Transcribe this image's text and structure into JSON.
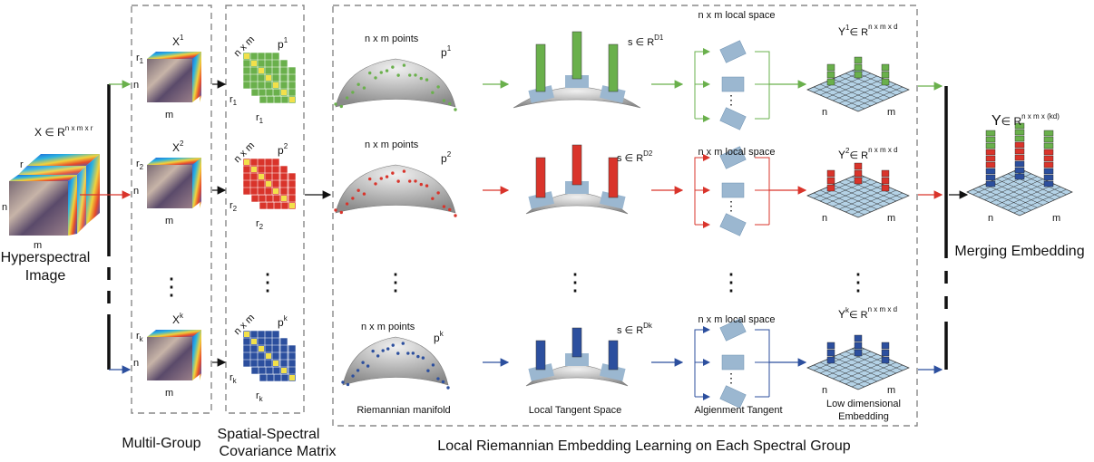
{
  "colors": {
    "group1": "#6ab04c",
    "group2": "#d9342b",
    "group3": "#2c4f9e",
    "tangent": "#9bb7d0",
    "manifold": "#a9a9a9",
    "grid": "#b4d2e6"
  },
  "input": {
    "label": "X ∈ R",
    "exp": "n x m x r",
    "axis_r": "r",
    "axis_n": "n",
    "axis_m": "m",
    "caption_line1": "Hyperspectral",
    "caption_line2": "Image"
  },
  "groups": [
    {
      "sym": "X",
      "sup": "1",
      "r_base": "r",
      "r_sub": "1",
      "n": "n",
      "m": "m",
      "cov_nm": "n x m",
      "cov_p": "p",
      "cov_p_sup": "1",
      "points_label": "n x m points",
      "p": "p",
      "p_sup": "1",
      "s_label": "s ∈ R",
      "s_sup": "D1",
      "local_space": "n x m local space",
      "y_sym": "Y",
      "y_sup": "1",
      "y_exp": "∈ R",
      "y_exp_sup": "n x m x d",
      "y_n": "n",
      "y_m": "m"
    },
    {
      "sym": "X",
      "sup": "2",
      "r_base": "r",
      "r_sub": "2",
      "n": "n",
      "m": "m",
      "cov_nm": "n x m",
      "cov_p": "p",
      "cov_p_sup": "2",
      "points_label": "n x m points",
      "p": "p",
      "p_sup": "2",
      "s_label": "s ∈ R",
      "s_sup": "D2",
      "local_space": "n x m local space",
      "y_sym": "Y",
      "y_sup": "2",
      "y_exp": "∈ R",
      "y_exp_sup": "n x m x d",
      "y_n": "n",
      "y_m": "m"
    },
    {
      "sym": "X",
      "sup": "k",
      "r_base": "r",
      "r_sub": "k",
      "n": "n",
      "m": "m",
      "cov_nm": "n x m",
      "cov_p": "p",
      "cov_p_sup": "k",
      "points_label": "n x m points",
      "p": "p",
      "p_sup": "k",
      "s_label": "s ∈ R",
      "s_sup": "Dk",
      "local_space": "n x m local space",
      "y_sym": "Y",
      "y_sup": "k",
      "y_exp": "∈ R",
      "y_exp_sup": "n x m x d",
      "y_n": "n",
      "y_m": "m"
    }
  ],
  "stage_labels": {
    "riemannian_manifold": "Riemannian manifold",
    "local_tangent_space": "Local Tangent Space",
    "alignment_tangent": "Algienment Tangent",
    "low_dim_line1": "Low dimensional",
    "low_dim_line2": "Embedding"
  },
  "box_captions": {
    "multi_group": "Multil-Group",
    "cov_line1": "Spatial-Spectral",
    "cov_line2": "Covariance Matrix",
    "local": "Local Riemannian Embedding Learning on Each Spectral Group"
  },
  "merge": {
    "sym": "Y",
    "exp": "∈ R",
    "exp_sup": "n x m x (kd)",
    "n": "n",
    "m": "m",
    "caption": "Merging Embedding"
  },
  "ellipsis": "⋮"
}
